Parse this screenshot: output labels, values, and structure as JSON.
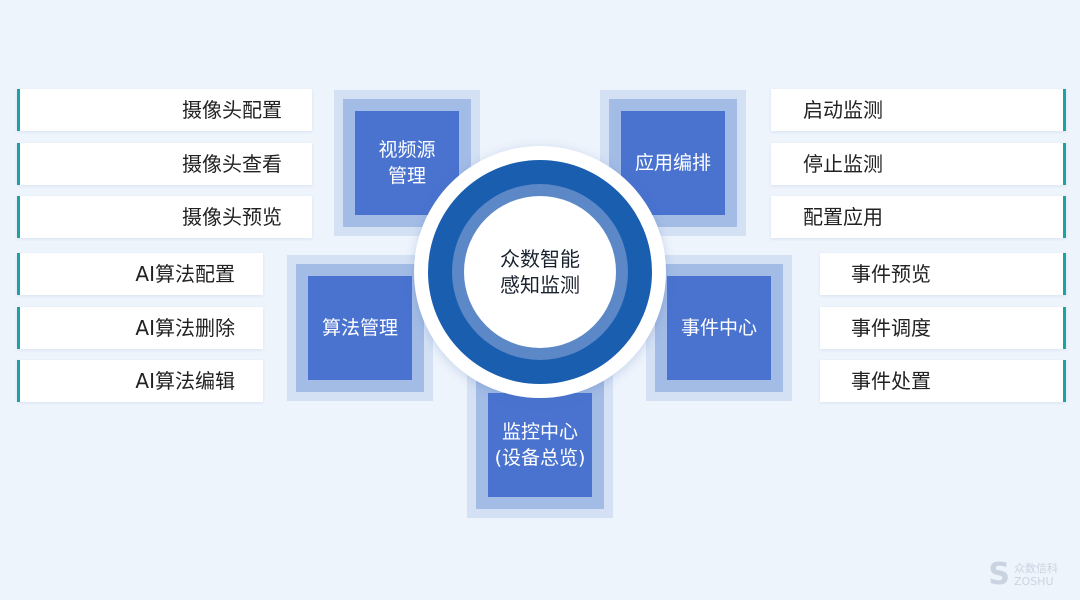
{
  "left_cards": [
    "摄像头配置",
    "摄像头查看",
    "摄像头预览",
    "AI算法配置",
    "AI算法删除",
    "AI算法编辑"
  ],
  "right_cards": [
    "启动监测",
    "停止监测",
    "配置应用",
    "事件预览",
    "事件调度",
    "事件处置"
  ],
  "modules": {
    "video_source": [
      "视频源",
      "管理"
    ],
    "app_orchestration": [
      "应用编排"
    ],
    "algorithm": [
      "算法管理"
    ],
    "event_center": [
      "事件中心"
    ],
    "monitor_center": [
      "监控中心",
      "(设备总览)"
    ]
  },
  "hub": [
    "众数智能",
    "感知监测"
  ],
  "watermark": {
    "symbol": "S",
    "text1": "众数信科",
    "text2": "ZOSHU"
  },
  "colors": {
    "accent": "#1aa3a3",
    "ring_outer": "#1a5eb0",
    "ring_inner": "#5c88c7",
    "module": "#4a73d0"
  }
}
